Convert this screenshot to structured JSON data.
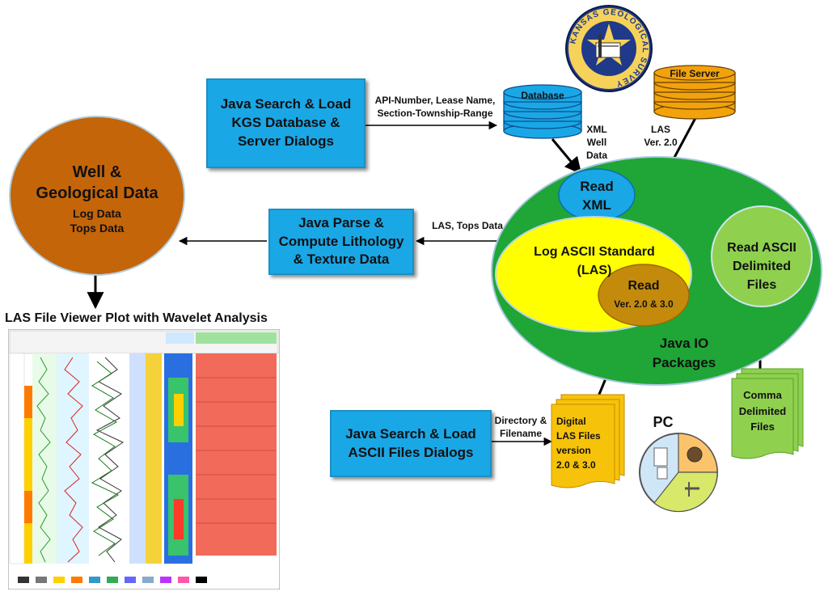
{
  "well_circle": {
    "title_line1": "Well &",
    "title_line2": "Geological Data",
    "sub_line1": "Log Data",
    "sub_line2": "Tops Data"
  },
  "search_load_kgs": {
    "line1": "Java Search & Load",
    "line2": "KGS Database &",
    "line3": "Server Dialogs"
  },
  "parse_compute": {
    "line1": "Java Parse &",
    "line2": "Compute Lithology",
    "line3": "& Texture Data"
  },
  "search_load_ascii": {
    "line1": "Java Search & Load",
    "line2": "ASCII Files Dialogs"
  },
  "labels": {
    "api_line1": "API-Number, Lease Name,",
    "api_line2": "Section-Township-Range",
    "xml_line1": "XML",
    "xml_line2": "Well",
    "xml_line3": "Data",
    "las_line1": "LAS",
    "las_line2": "Ver. 2.0",
    "las_tops": "LAS, Tops Data",
    "dir_line1": "Directory &",
    "dir_line2": "Filename"
  },
  "database_label": "Database",
  "file_server_label": "File Server",
  "read_xml": {
    "line1": "Read",
    "line2": "XML"
  },
  "las_standard": {
    "line1": "Log ASCII Standard",
    "line2": "(LAS)"
  },
  "read_las": {
    "line1": "Read",
    "line2": "Ver. 2.0 & 3.0"
  },
  "read_ascii": {
    "line1": "Read  ASCII",
    "line2": "Delimited",
    "line3": "Files"
  },
  "java_io": {
    "line1": "Java IO",
    "line2": "Packages"
  },
  "digital_las": {
    "line1": "Digital",
    "line2": "LAS Files",
    "line3": "version",
    "line4": "2.0 & 3.0"
  },
  "comma_files": {
    "line1": "Comma",
    "line2": "Delimited",
    "line3": "Files"
  },
  "pc_label": "PC",
  "plot_title": "LAS File Viewer Plot with Wavelet Analysis",
  "kgs_logo_text": "KANSAS GEOLOGICAL SURVEY",
  "colors": {
    "blue_box": "#1aa7e6",
    "well_circle": "#c4650a",
    "java_io": "#1fa637",
    "las_yellow": "#ffff00",
    "read_brown": "#c48a0b",
    "read_ascii_green": "#8fd14f",
    "database_blue": "#1aa7e6",
    "file_server_orange": "#f2a20c"
  }
}
